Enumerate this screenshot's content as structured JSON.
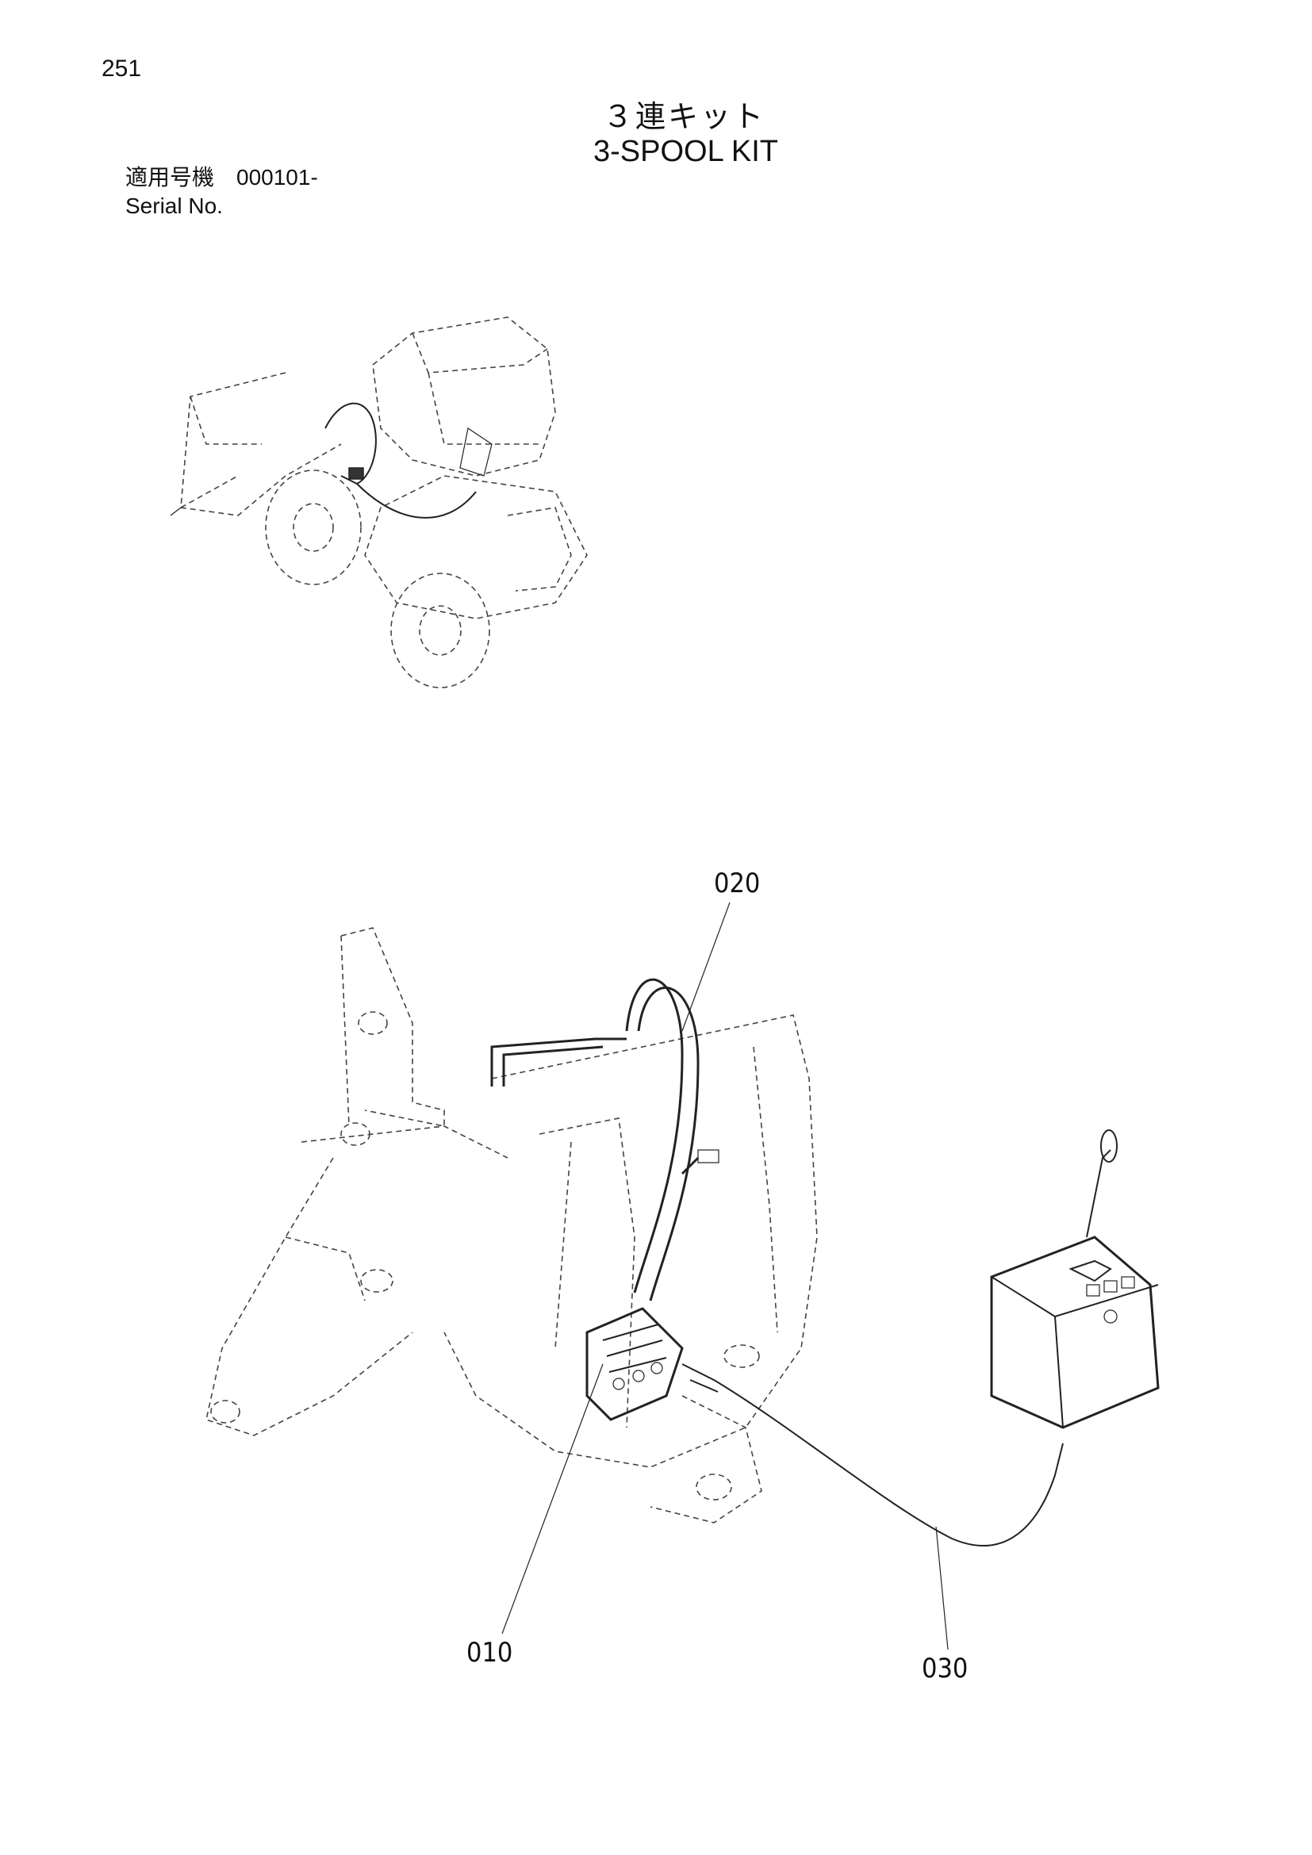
{
  "page": {
    "number": "251"
  },
  "title": {
    "jp": "３連キット",
    "en": "3-SPOOL KIT"
  },
  "serial": {
    "label_jp": "適用号機",
    "value": "000101-",
    "label_en": "Serial No."
  },
  "callouts": [
    {
      "id": "010",
      "label": "010"
    },
    {
      "id": "020",
      "label": "020"
    },
    {
      "id": "030",
      "label": "030"
    }
  ]
}
